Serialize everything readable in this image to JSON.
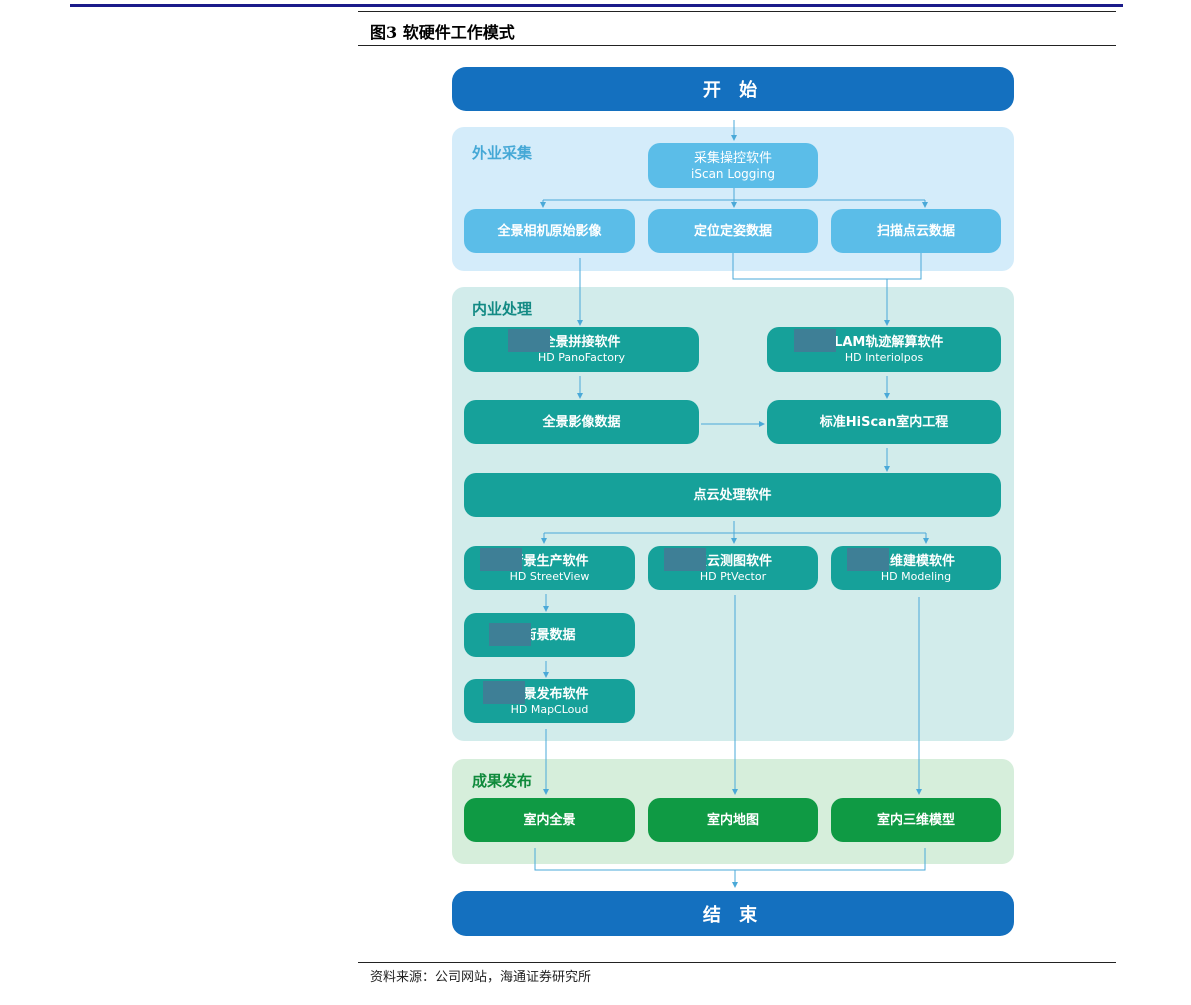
{
  "figure": {
    "title": "图3  软硬件工作模式",
    "source": "资料来源：公司网站，海通证券研究所"
  },
  "flow": {
    "start": "开 始",
    "end": "结 束",
    "field": {
      "title": "外业采集",
      "control": {
        "name": "采集操控软件",
        "product": "iScan Logging"
      },
      "outputs": [
        "全景相机原始影像",
        "定位定姿数据",
        "扫描点云数据"
      ]
    },
    "office": {
      "title": "内业处理",
      "pano_stitch": {
        "name": "全景拼接软件",
        "product": "HD PanoFactory"
      },
      "slam": {
        "name": "SLAM轨迹解算软件",
        "product": "HD Interiolpos"
      },
      "pano_data": "全景影像数据",
      "project": "标准HiScan室内工程",
      "pointcloud": "点云处理软件",
      "streetview": {
        "name": "街景生产软件",
        "product": "HD StreetView"
      },
      "ptvector": {
        "name": "点云测图软件",
        "product": "HD PtVector"
      },
      "modeling": {
        "name": "三维建模软件",
        "product": "HD Modeling"
      },
      "street_data": "街景数据",
      "publish": {
        "name": "街景发布软件",
        "product": "HD MapCLoud"
      }
    },
    "results": {
      "title": "成果发布",
      "items": [
        "室内全景",
        "室内地图",
        "室内三维模型"
      ]
    }
  },
  "colors": {
    "start_end": "#1470bf",
    "field_bg": "#d4ecfa",
    "field_box": "#5bbde8",
    "field_title": "#45a8d6",
    "office_bg": "#d2eceb",
    "office_box": "#16a19a",
    "office_title": "#138a84",
    "result_bg": "#d6eedb",
    "result_box": "#0f9a44",
    "result_title": "#0f8a3c",
    "redaction": "#3e7f96",
    "connector": "#4aa9d8"
  }
}
